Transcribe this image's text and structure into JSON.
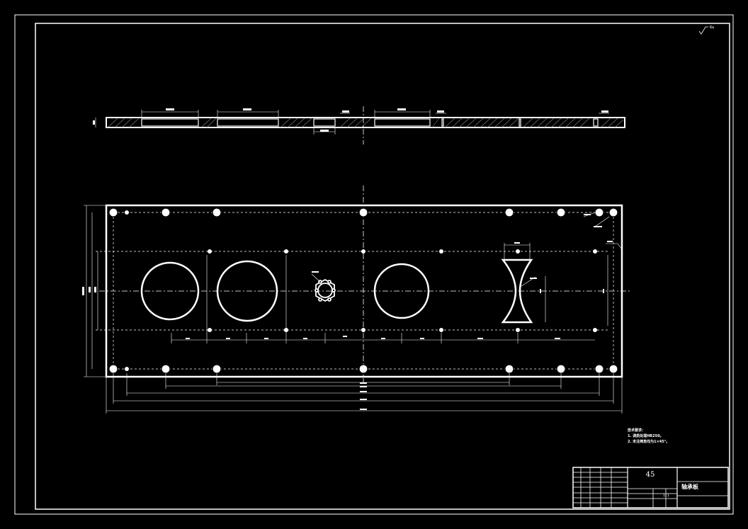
{
  "roughness_symbol": "Ra",
  "tech_notes": {
    "title": "技术要求:",
    "lines": [
      "1. 调质处理HB250。",
      "2. 未注倒角均为1×45°。"
    ]
  },
  "title_block": {
    "material": "45",
    "part_name": "轴承板",
    "scale": "1:1"
  },
  "colors": {
    "background": "#000000",
    "line": "#ffffff"
  }
}
